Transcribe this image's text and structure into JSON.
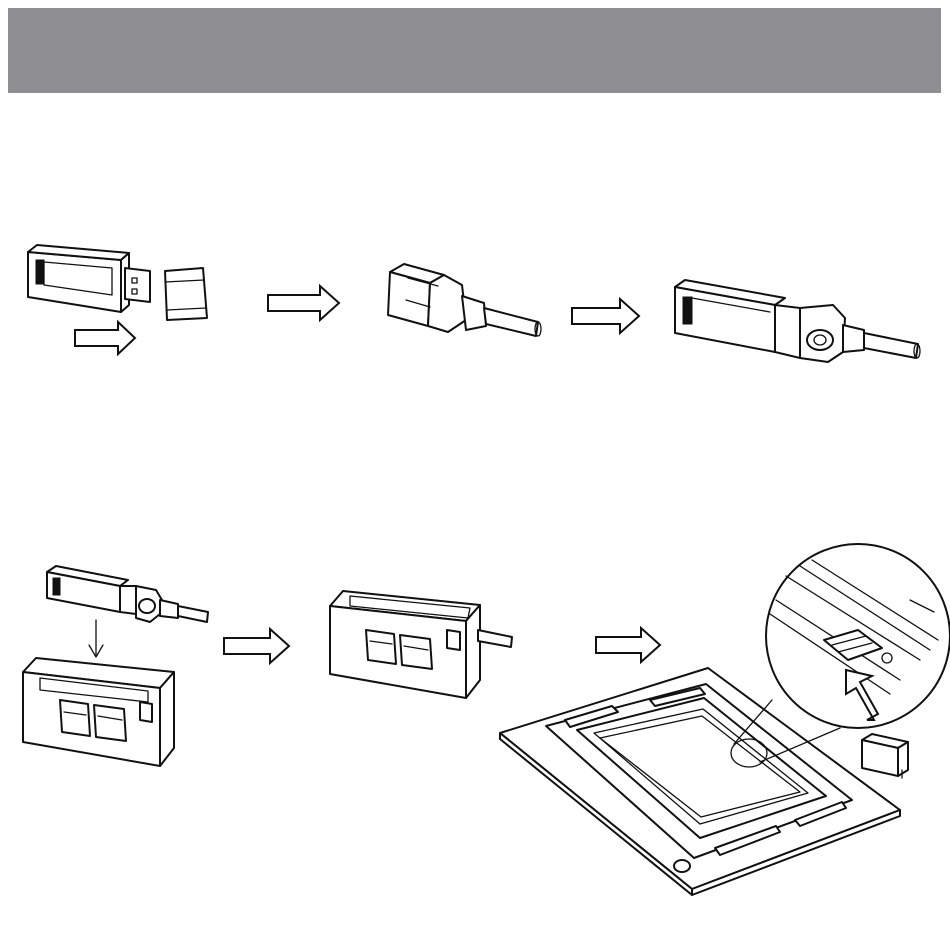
{
  "header": {
    "bar_color": "#8e8e93"
  },
  "steps": [
    {
      "id": "step-1",
      "items": [
        "usb-wifi-module",
        "usb-cap",
        "extension-cable-plug",
        "module-connected-to-cable"
      ]
    },
    {
      "id": "step-2",
      "items": [
        "module-with-cable",
        "holder-bracket",
        "module-seated-in-holder",
        "cassette-panel",
        "detail-magnifier"
      ]
    }
  ],
  "icons": [
    "arrow-right-icon",
    "arrow-down-icon",
    "arrow-up-icon"
  ]
}
